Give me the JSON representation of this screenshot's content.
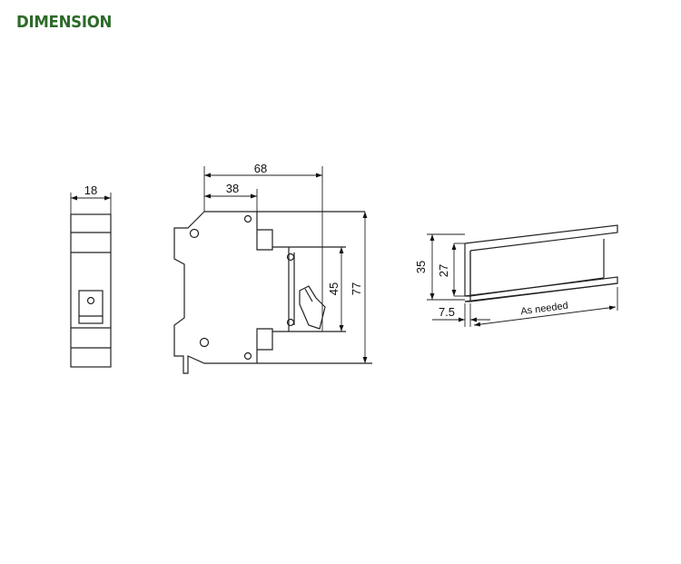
{
  "page": {
    "title": "DIMENSION"
  },
  "front_view": {
    "width_label": "18"
  },
  "side_view": {
    "depth_total_label": "68",
    "depth_partial_label": "38",
    "inner_height_label": "45",
    "total_height_label": "77"
  },
  "din_rail": {
    "height_label": "35",
    "inner_height_label": "27",
    "flange_label": "7.5",
    "length_label": "As needed"
  }
}
